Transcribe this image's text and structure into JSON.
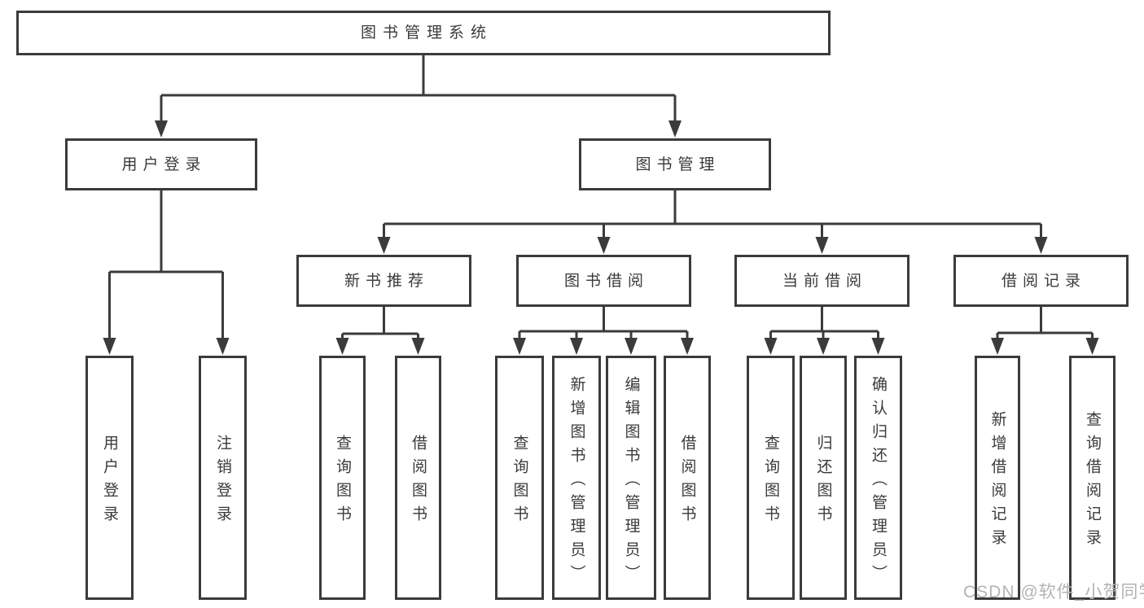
{
  "diagram": {
    "title": "图书管理系统",
    "level2": [
      {
        "label": "用户登录",
        "children": [
          "用户登录",
          "注销登录"
        ]
      },
      {
        "label": "图书管理"
      }
    ],
    "level3": [
      {
        "label": "新书推荐",
        "children": [
          "查询图书",
          "借阅图书"
        ]
      },
      {
        "label": "图书借阅",
        "children": [
          "查询图书",
          "新增图书（管理员）",
          "编辑图书（管理员）",
          "借阅图书"
        ]
      },
      {
        "label": "当前借阅",
        "children": [
          "查询图书",
          "归还图书",
          "确认归还（管理员）"
        ]
      },
      {
        "label": "借阅记录",
        "children": [
          "新增借阅记录",
          "查询借阅记录"
        ]
      }
    ]
  },
  "watermark": "CSDN @软件_小贺同学",
  "colors": {
    "line": "#3b3b3b",
    "text": "#3a3a3a",
    "watermark": "#b3b3b3",
    "background": "#ffffff"
  }
}
